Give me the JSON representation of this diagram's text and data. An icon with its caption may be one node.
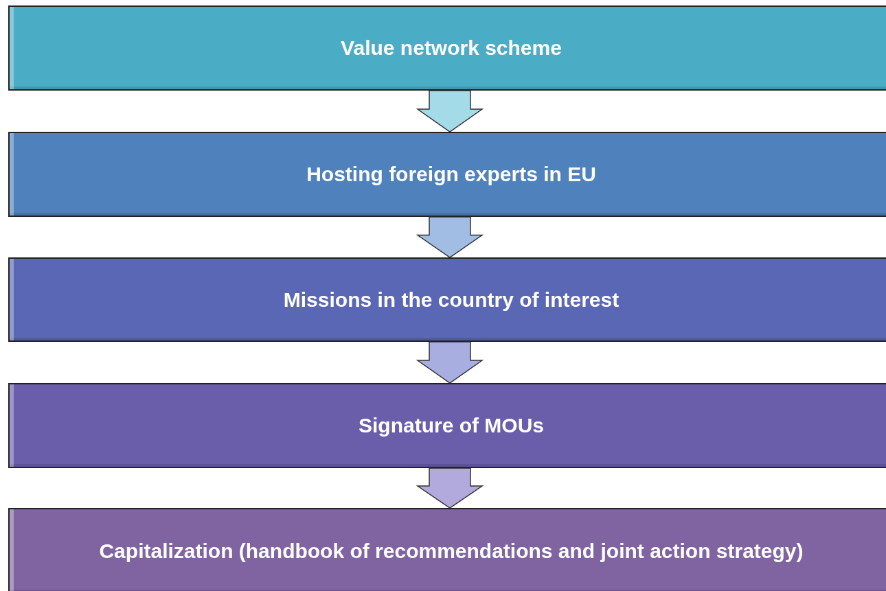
{
  "diagram": {
    "nodes": [
      {
        "text": [
          "Value network scheme"
        ]
      },
      {
        "text": [
          "Hosting foreign experts in EU"
        ]
      },
      {
        "text": [
          "Missions in the country of interest"
        ]
      },
      {
        "text": [
          "Signature of MOUs"
        ]
      },
      {
        "text": [
          "Capitalization (handbook of recommendations and joint action strategy)"
        ]
      }
    ],
    "edges": [
      {
        "from": 0,
        "to": 1,
        "arrow": "to"
      },
      {
        "from": 1,
        "to": 2,
        "arrow": "to"
      },
      {
        "from": 2,
        "to": 3,
        "arrow": "to"
      },
      {
        "from": 3,
        "to": 4,
        "arrow": "to"
      }
    ]
  }
}
